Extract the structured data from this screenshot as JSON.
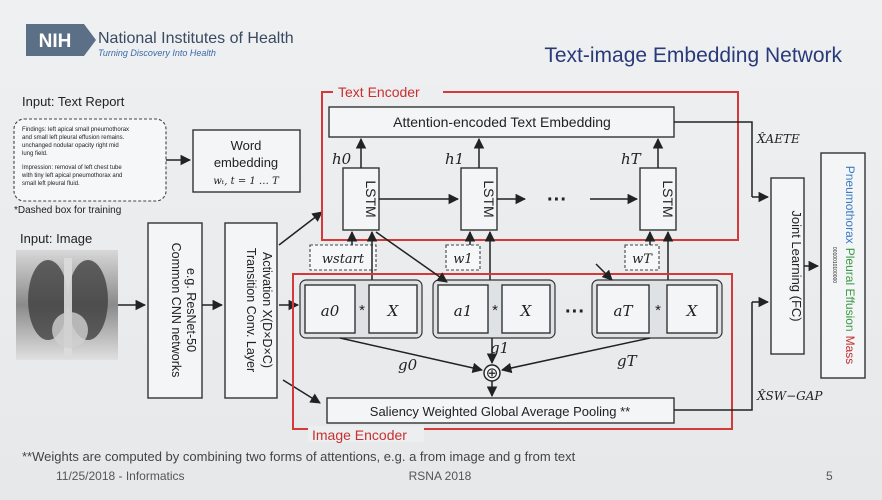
{
  "header": {
    "logo_mark": "NIH",
    "org_name": "National Institutes of Health",
    "tagline": "Turning Discovery Into Health",
    "slide_title": "Text-image Embedding Network"
  },
  "inputs": {
    "text_report_label": "Input: Text Report",
    "report_lines": [
      "Findings: left apical small pneumothorax",
      "and small left pleural effusion remains.",
      "unchanged nodular opacity right mid",
      "lung field.",
      "Impression: removal of left chest tube",
      "with tiny left apical pneumothorax and",
      "small left pleural fluid."
    ],
    "dashed_note": "*Dashed box for training",
    "image_label": "Input: Image"
  },
  "blocks": {
    "word_embedding_line1": "Word",
    "word_embedding_line2": "embedding",
    "word_embedding_math": "wₜ, t = 1 … T",
    "cnn_line1": "Common CNN networks",
    "cnn_line2": "e.g. ResNet-50",
    "transition_line1": "Transition Conv. Layer",
    "transition_line2": "Activation X(D×D×C)",
    "text_encoder_label": "Text Encoder",
    "image_encoder_label": "Image Encoder",
    "attention_text_embedding": "Attention-encoded Text Embedding",
    "lstm_label": "LSTM",
    "ellipsis": "···",
    "saliency_pooling": "Saliency Weighted Global Average Pooling **",
    "joint_learning": "Joint Learning (FC)",
    "x_aete": "X̂AETE",
    "x_swgap": "X̂SW−GAP"
  },
  "symbols": {
    "h0": "h0",
    "h1": "h1",
    "hT": "hT",
    "w_start": "wstart",
    "w1": "w1",
    "wT": "wT",
    "a0": "a0",
    "a1": "a1",
    "aT": "aT",
    "X": "X",
    "star": "*",
    "g0": "g0",
    "g1": "g1",
    "gT": "gT",
    "oplus": "⊕"
  },
  "outputs": {
    "labels": [
      {
        "text": "Pneumothorax",
        "color": "#3a7ac8"
      },
      {
        "text": "Pleural Effusion",
        "color": "#3a9a48"
      },
      {
        "text": "Mass",
        "color": "#c03030"
      }
    ],
    "code": "0010010100000"
  },
  "footer": {
    "note": "**Weights are computed by combining two forms of attentions, e.g. a from image and g from text",
    "date": "11/25/2018 - Informatics",
    "conference": "RSNA  2018",
    "page": "5"
  }
}
